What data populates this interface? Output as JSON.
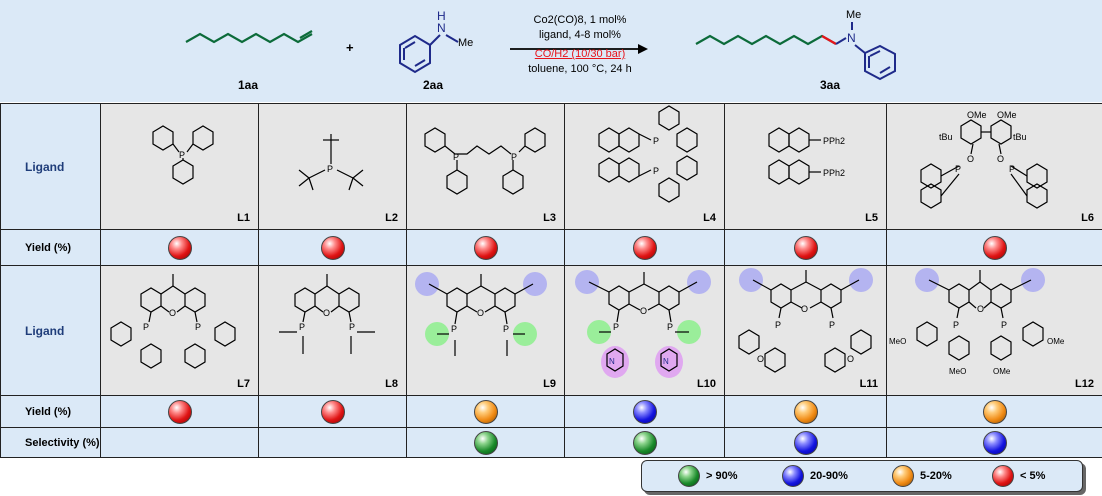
{
  "scheme": {
    "reactant1_label": "1aa",
    "reactant2_label": "2aa",
    "product_label": "3aa",
    "plus": "+",
    "conditions": {
      "line1": "Co2(CO)8, 1 mol%",
      "line2": "ligand, 4-8 mol%",
      "line3": "CO/H2 (10/30 bar)",
      "line4": "toluene, 100 °C, 24 h"
    },
    "atom_n": "N",
    "atom_h": "H",
    "atom_me": "Me"
  },
  "table": {
    "row_labels": {
      "ligand": "Ligand",
      "yield": "Yield (%)",
      "selectivity": "Selectivity (%)"
    },
    "row1": [
      {
        "code": "L1",
        "yield": "red"
      },
      {
        "code": "L2",
        "yield": "red"
      },
      {
        "code": "L3",
        "yield": "red"
      },
      {
        "code": "L4",
        "yield": "red"
      },
      {
        "code": "L5",
        "yield": "red"
      },
      {
        "code": "L6",
        "yield": "red"
      }
    ],
    "row2": [
      {
        "code": "L7",
        "yield": "red",
        "selectivity": ""
      },
      {
        "code": "L8",
        "yield": "red",
        "selectivity": ""
      },
      {
        "code": "L9",
        "yield": "orange",
        "selectivity": "green"
      },
      {
        "code": "L10",
        "yield": "blue",
        "selectivity": "green"
      },
      {
        "code": "L11",
        "yield": "orange",
        "selectivity": "blue"
      },
      {
        "code": "L12",
        "yield": "orange",
        "selectivity": "blue"
      }
    ]
  },
  "structure_text": {
    "p": "P",
    "o": "O",
    "n": "N",
    "pph2": "PPh2",
    "ome": "OMe",
    "meo": "MeO",
    "tbu": "tBu"
  },
  "legend": [
    {
      "color": "green",
      "label": "> 90%"
    },
    {
      "color": "blue",
      "label": "20-90%"
    },
    {
      "color": "orange",
      "label": "5-20%"
    },
    {
      "color": "red",
      "label": "< 5%"
    }
  ],
  "colors": {
    "header_bg": "#dbe9f7",
    "cell_bg": "#e6e6e6",
    "scheme_blue": "#1f2a8a",
    "highlight_red": "#e8141b",
    "tbu_blob": "#b4b4f0",
    "green_blob": "#9aee9a",
    "purple_blob": "#e0a8f0"
  }
}
